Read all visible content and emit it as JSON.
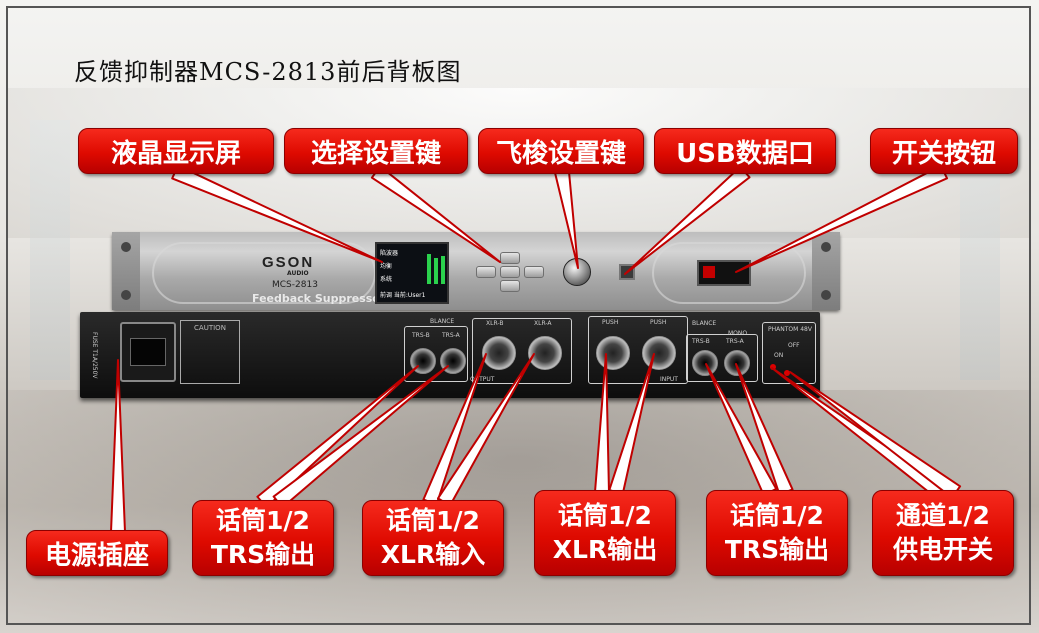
{
  "title": "反馈抑制器MCS-2813前后背板图",
  "colors": {
    "label_red": "#e00d00",
    "line_color": "#ffffff",
    "line_outline": "#c00000"
  },
  "labels": {
    "lcd": "液晶显示屏",
    "select_key": "选择设置键",
    "jog_key": "飞梭设置键",
    "usb": "USB数据口",
    "power_switch": "开关按钮",
    "power_socket": "电源插座",
    "out_trs": {
      "line1": "话筒1/2",
      "line2": "TRS输出"
    },
    "in_xlr": {
      "line1": "话筒1/2",
      "line2": "XLR输入"
    },
    "out_xlr": {
      "line1": "话筒1/2",
      "line2": "XLR输出"
    },
    "in_trs": {
      "line1": "话筒1/2",
      "line2": "TRS输出"
    },
    "phantom": {
      "line1": "通道1/2",
      "line2": "供电开关"
    }
  },
  "device": {
    "brand": "GSON",
    "brand_sub": "AUDIO",
    "model": "MCS-2813",
    "front_text": "Feedback Suppressor",
    "lcd_rows": [
      "陷波器",
      "均衡",
      "系统",
      "前调 当前:User1"
    ],
    "rear": {
      "fuse": "FUSE T1A/250V",
      "caution": "CAUTION",
      "blance": "BLANCE",
      "xlr_b": "XLR-B",
      "xlr_a": "XLR-A",
      "trs_b": "TRS-B",
      "trs_a": "TRS-A",
      "output": "OUTPUT",
      "input": "INPUT",
      "push": "PUSH",
      "mono": "MONO",
      "phantom": "PHANTOM 48V",
      "on": "ON",
      "off": "OFF"
    }
  }
}
